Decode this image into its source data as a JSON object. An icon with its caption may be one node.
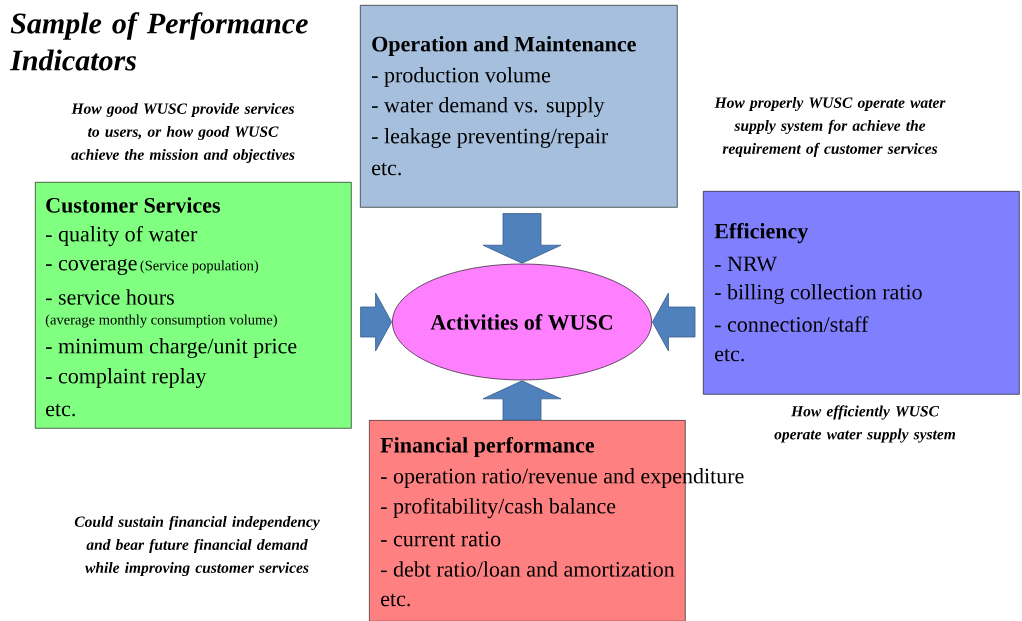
{
  "diagram": {
    "title": "Sample of Performance Indicators",
    "nodes": [
      {
        "text": [
          "Operation and Maintenance",
          "- production volume",
          "- water demand vs. supply",
          "- leakage preventing/repair",
          "etc."
        ],
        "beside": [
          "How properly WUSC operate water supply system for achieve the requirement of customer services"
        ]
      },
      {
        "text": [
          "Customer Services",
          "- quality of water",
          "- coverage",
          "(Service population)",
          "- service hours",
          "(average monthly consumption volume)",
          "- minimum charge/unit price",
          "- complaint replay",
          "etc."
        ],
        "beside": [
          "How good WUSC provide services to users, or how good WUSC achieve the mission and objectives"
        ]
      },
      {
        "text": [
          "Activities of WUSC"
        ]
      },
      {
        "text": [
          "Efficiency",
          "- NRW",
          "- billing collection ratio",
          "- connection/staff",
          "etc."
        ],
        "beside": [
          "How efficiently WUSC operate water supply system"
        ]
      },
      {
        "text": [
          "Financial performance",
          "- operation ratio/revenue and expenditure",
          "- profitability/cash balance",
          "- current ratio",
          "- debt ratio/loan and amortization",
          "etc."
        ],
        "beside": [
          "Could sustain financial independency and bear future financial demand while improving customer services"
        ]
      }
    ],
    "edges": [
      {
        "from": 0,
        "to": 2,
        "arrow": "to"
      },
      {
        "from": 1,
        "to": 2,
        "arrow": "to"
      },
      {
        "from": 3,
        "to": 2,
        "arrow": "to"
      },
      {
        "from": 4,
        "to": 2,
        "arrow": "to"
      }
    ]
  }
}
